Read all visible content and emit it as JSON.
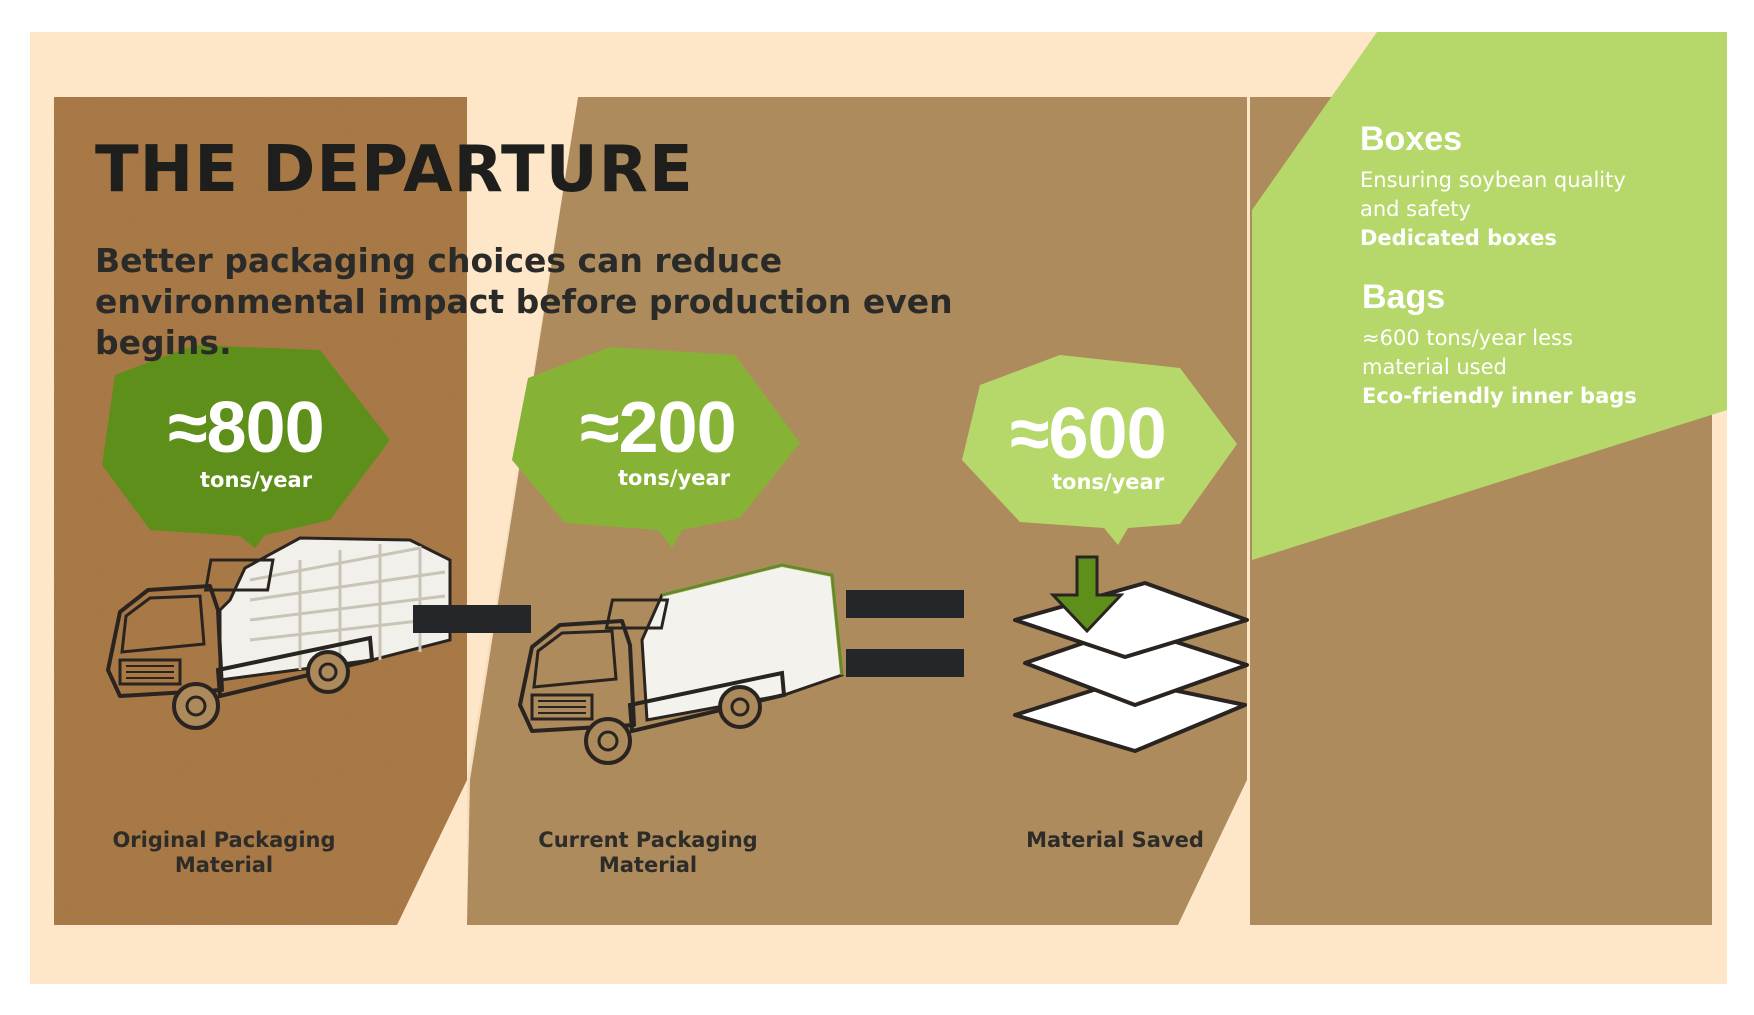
{
  "header": {
    "title": "THE DEPARTURE",
    "subtitle": "Better packaging choices can reduce environmental impact before production even begins."
  },
  "stats": [
    {
      "value": "≈800",
      "unit": "tons/year",
      "label_line1": "Original Packaging",
      "label_line2": "Material",
      "color": "#5e8f1a"
    },
    {
      "value": "≈200",
      "unit": "tons/year",
      "label_line1": "Current Packaging",
      "label_line2": "Material",
      "color": "#86b236"
    },
    {
      "value": "≈600",
      "unit": "tons/year",
      "label_line1": "Material Saved",
      "label_line2": "",
      "color": "#b6d86a"
    }
  ],
  "operators": {
    "minus": "−",
    "equals": "="
  },
  "side_panel": {
    "boxes": {
      "heading": "Boxes",
      "line1": "Ensuring soybean quality",
      "line2": "and safety",
      "highlight": "Dedicated boxes"
    },
    "bags": {
      "heading": "Bags",
      "line1": "≈600 tons/year less",
      "line2": "material used",
      "highlight": "Eco-friendly inner bags"
    }
  },
  "colors": {
    "background": "#fee6c8",
    "kraft": "#ad8a5c",
    "dark_green": "#5e8f1a",
    "mid_green": "#86b236",
    "light_green": "#b6d86a",
    "text_dark": "#1e1f1d"
  }
}
